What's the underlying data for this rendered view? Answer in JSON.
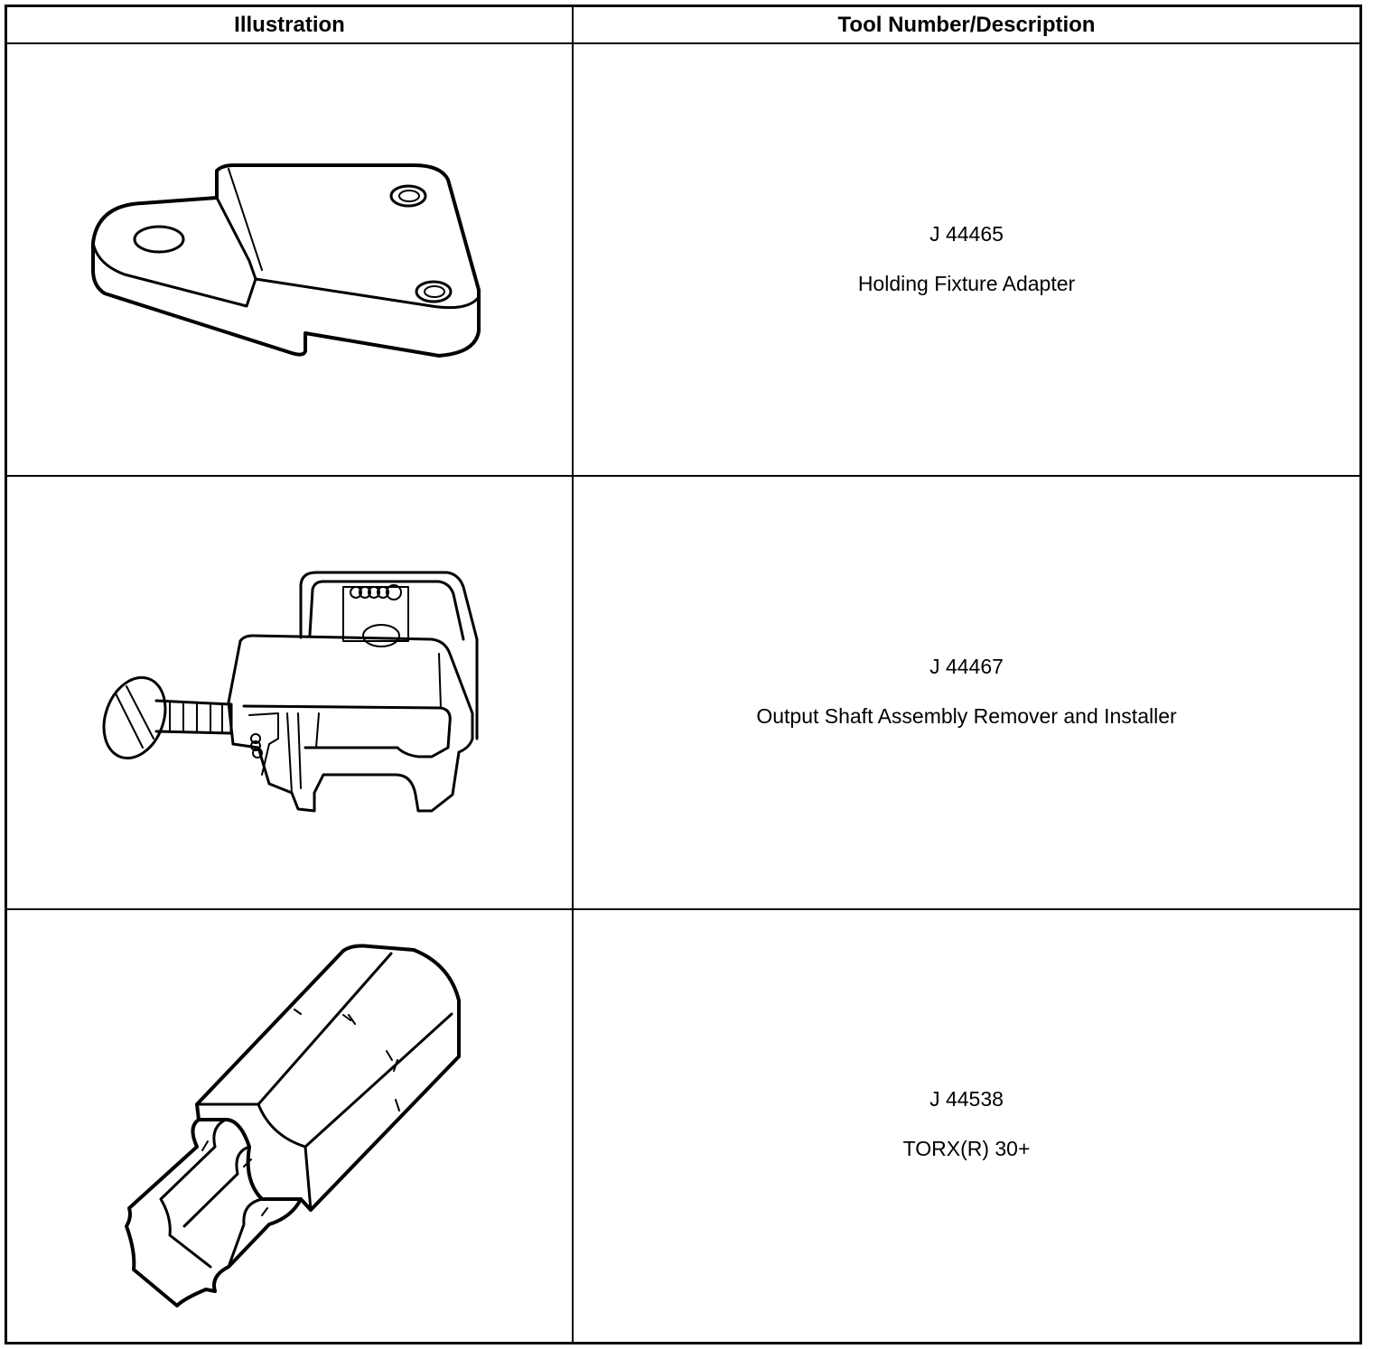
{
  "table": {
    "headers": [
      "Illustration",
      "Tool Number/Description"
    ],
    "rows": [
      {
        "illustration": "holding-fixture-adapter-drawing",
        "tool_number": "J 44465",
        "description": "Holding Fixture Adapter"
      },
      {
        "illustration": "output-shaft-tool-drawing",
        "tool_number": "J 44467",
        "description": "Output Shaft Assembly Remover and Installer"
      },
      {
        "illustration": "torx-bit-drawing",
        "tool_number": "J 44538",
        "description": "TORX(R) 30+"
      }
    ]
  }
}
